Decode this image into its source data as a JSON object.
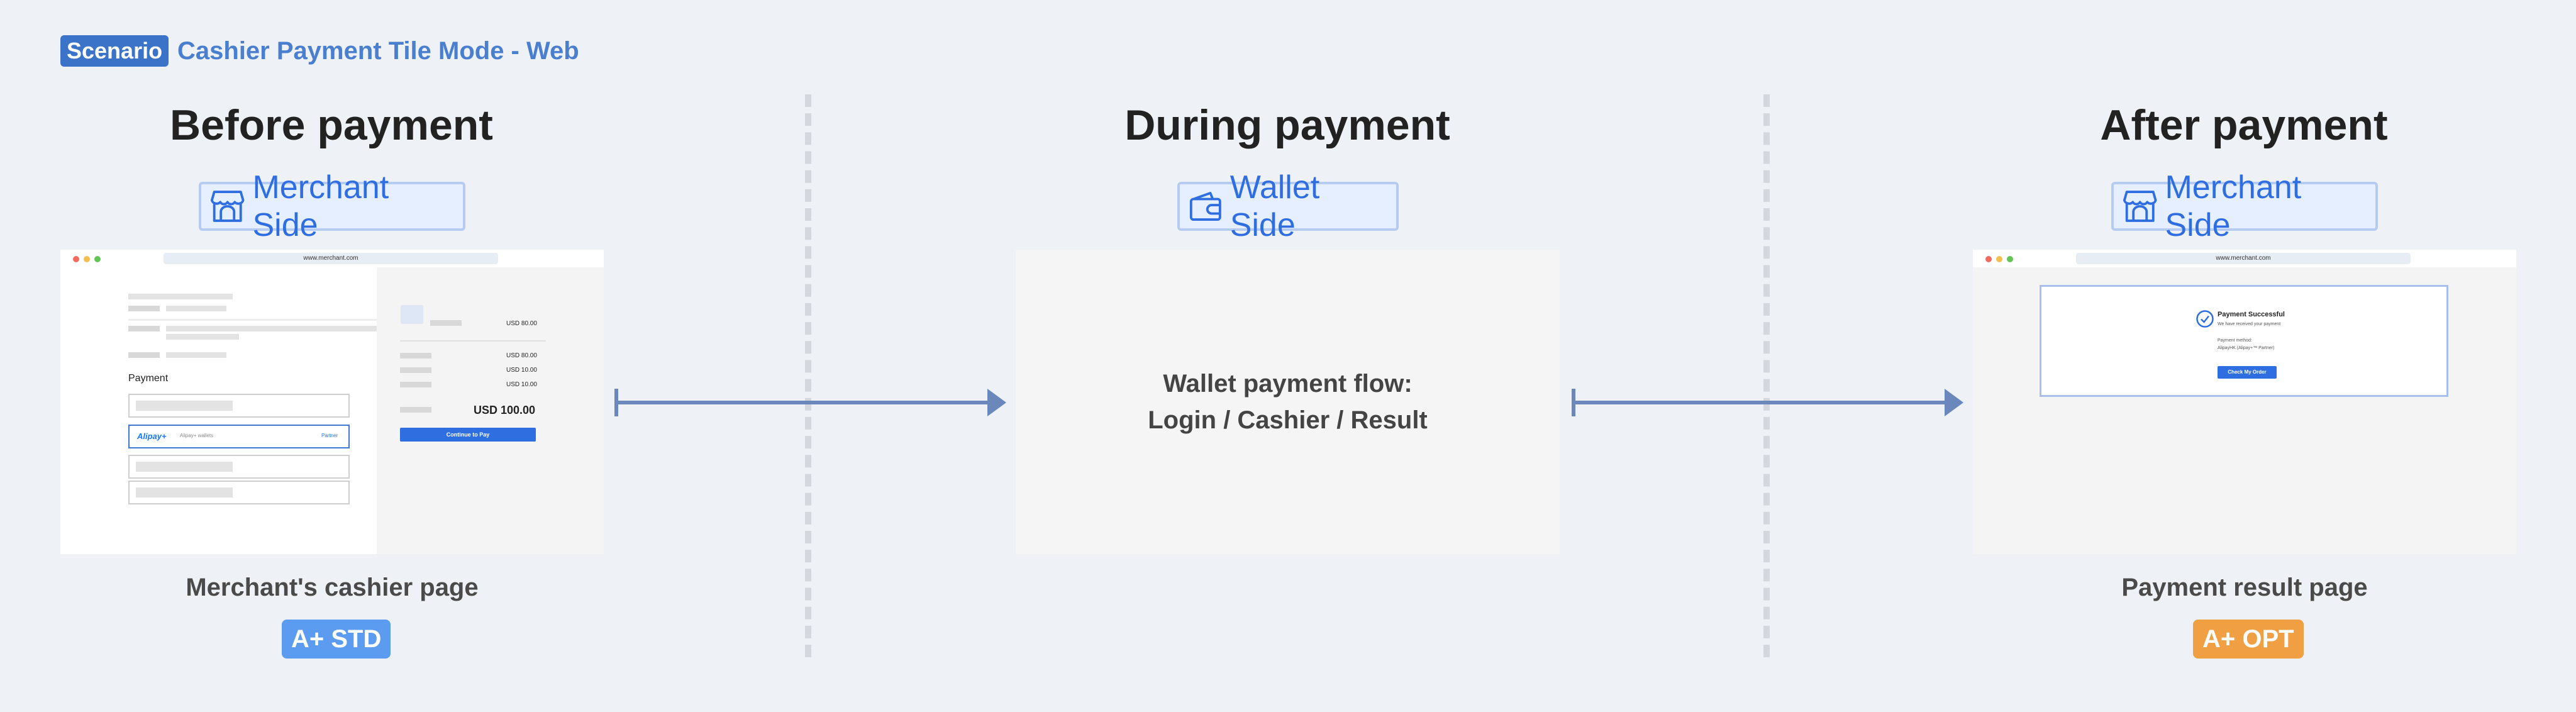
{
  "header": {
    "badge": "Scenario",
    "title": "Cashier Payment Tile Mode - Web"
  },
  "columns": [
    {
      "title": "Before payment",
      "side": "Merchant Side",
      "side_icon": "store-icon",
      "caption": "Merchant's cashier page",
      "tag": "A+ STD",
      "tag_color": "#5b9bf0"
    },
    {
      "title": "During payment",
      "side": "Wallet Side",
      "side_icon": "wallet-icon",
      "flow_lines": [
        "Wallet payment flow:",
        "Login / Cashier / Result"
      ]
    },
    {
      "title": "After payment",
      "side": "Merchant Side",
      "side_icon": "store-icon",
      "caption": "Payment result page",
      "tag": "A+ OPT",
      "tag_color": "#f0a043"
    }
  ],
  "cashier_mock": {
    "url": "www.merchant.com",
    "payment_label": "Payment",
    "alipay_logo": "Alipay+",
    "alipay_sub": "Alipay+ wallets",
    "alipay_right": "Partner",
    "amounts": [
      "USD 80.00",
      "USD 80.00",
      "USD 10.00",
      "USD 10.00"
    ],
    "total": "USD 100.00",
    "pay_button": "Continue to Pay"
  },
  "result_mock": {
    "url": "www.merchant.com",
    "title": "Payment Successful",
    "subtitle": "We have received your payment",
    "method_label": "Payment method:",
    "method_value": "AlipayHK (Alipay+™ Partner)",
    "button": "Check My Order"
  },
  "colors": {
    "background": "#eef1f6",
    "accent": "#3b73c9",
    "badge_border": "#b6cbf2",
    "arrow": "#6b88bd"
  }
}
